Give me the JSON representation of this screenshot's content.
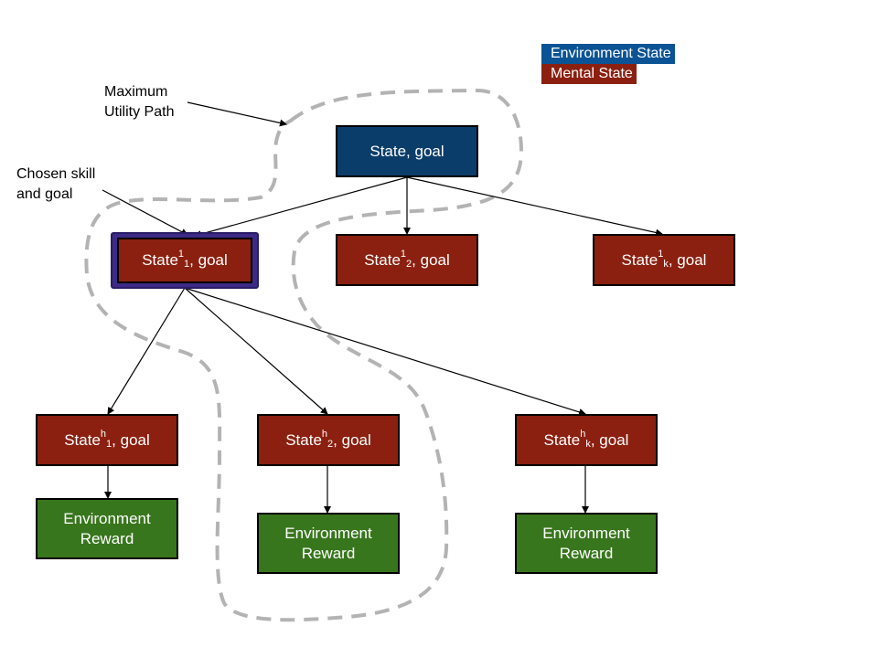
{
  "legend": {
    "environment_state": "Environment State",
    "mental_state": "Mental State"
  },
  "annotations": {
    "max_utility_line1": "Maximum",
    "max_utility_line2": "Utility Path",
    "chosen_line1": "Chosen skill",
    "chosen_line2": "and goal"
  },
  "nodes": {
    "root": {
      "base": "State, goal"
    },
    "level1_1": {
      "base": "State",
      "sup": "1",
      "sub": "1",
      "tail": ", goal"
    },
    "level1_2": {
      "base": "State",
      "sup": "1",
      "sub": "2",
      "tail": ", goal"
    },
    "level1_k": {
      "base": "State",
      "sup": "1",
      "sub": "k",
      "tail": ", goal"
    },
    "levelh_1": {
      "base": "State",
      "sup": "h",
      "sub": "1",
      "tail": ", goal"
    },
    "levelh_2": {
      "base": "State",
      "sup": "h",
      "sub": "2",
      "tail": ", goal"
    },
    "levelh_k": {
      "base": "State",
      "sup": "h",
      "sub": "k",
      "tail": ", goal"
    },
    "reward_label_line1": "Environment",
    "reward_label_line2": "Reward"
  },
  "colors": {
    "environment_state": "#0b3d6b",
    "mental_state": "#8b2010",
    "environment_reward": "#38761d",
    "chosen_highlight": "#3c2a86",
    "dashed_path": "#b3b3b3"
  }
}
